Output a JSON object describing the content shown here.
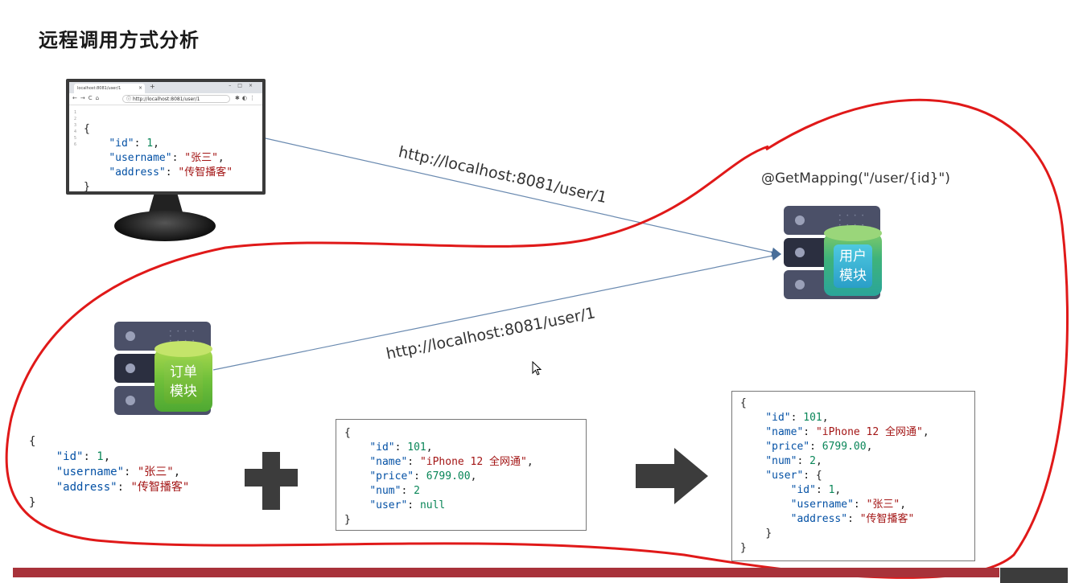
{
  "title": "远程调用方式分析",
  "browser": {
    "tab_title": "localhost:8081/user/1",
    "tab_close": "×",
    "new_tab": "+",
    "window_controls": "–□×",
    "nav_icons": "←→C⌂",
    "url_prefix": "ⓘ",
    "url": "http://localhost:8081/user/1",
    "ext_icons": "✱◐⋮",
    "line_numbers": "1\n2\n3\n4\n5\n6",
    "json": {
      "id": "1",
      "username": "\"张三\"",
      "address": "\"传智播客\""
    }
  },
  "arrow_labels": {
    "top": "http://localhost:8081/user/1",
    "bottom": "http://localhost:8081/user/1"
  },
  "mapping": "@GetMapping(\"/user/{id}\")",
  "user_module": {
    "line1": "用户",
    "line2": "模块"
  },
  "order_module": {
    "line1": "订单",
    "line2": "模块"
  },
  "user_json": {
    "id": "1",
    "username": "\"张三\"",
    "address": "\"传智播客\""
  },
  "order_json": {
    "id": "101",
    "name": "\"iPhone 12 全网通\"",
    "price": "6799.00",
    "num": "2",
    "user": "null"
  },
  "result_json": {
    "id": "101",
    "name": "\"iPhone 12 全网通\"",
    "price": "6799.00",
    "num": "2",
    "user": {
      "id": "1",
      "username": "\"张三\"",
      "address": "\"传智播客\""
    }
  },
  "colors": {
    "key": "#0451a5",
    "number": "#098658",
    "string": "#a31515",
    "annotation": "#e01919",
    "bar": "#a8323a"
  }
}
